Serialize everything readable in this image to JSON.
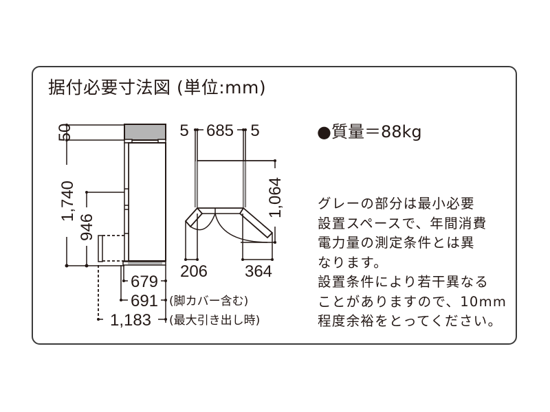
{
  "title": "据付必要寸法図 (単位:mm)",
  "mass": {
    "bullet": "●",
    "label": "質量＝88kg"
  },
  "notes": {
    "gray_area": [
      "グレーの部分は最小必要",
      "設置スペースで、年間消費",
      "電力量の測定条件とは異",
      "なります。"
    ],
    "clearance": [
      "設置条件により若干異なる",
      "ことがありますので、10mm",
      "程度余裕をとってください。"
    ]
  },
  "side_view": {
    "dims": {
      "top_clearance": "50",
      "height": "1,740",
      "handle_height": "946",
      "depth": "679",
      "depth_with_legs": "691",
      "depth_drawer_open": "1,183"
    },
    "captions": {
      "depth_with_legs": "(脚カバー含む)",
      "depth_drawer_open": "(最大引き出し時)"
    }
  },
  "top_view": {
    "dims": {
      "left_gap": "5",
      "width": "685",
      "right_gap": "5",
      "door_open_depth": "1,064",
      "left_door_swing": "206",
      "right_door_swing": "364"
    }
  },
  "colors": {
    "line": "#231815",
    "gray_area": "#b5b5b5",
    "frame": "#3a3a3a"
  }
}
